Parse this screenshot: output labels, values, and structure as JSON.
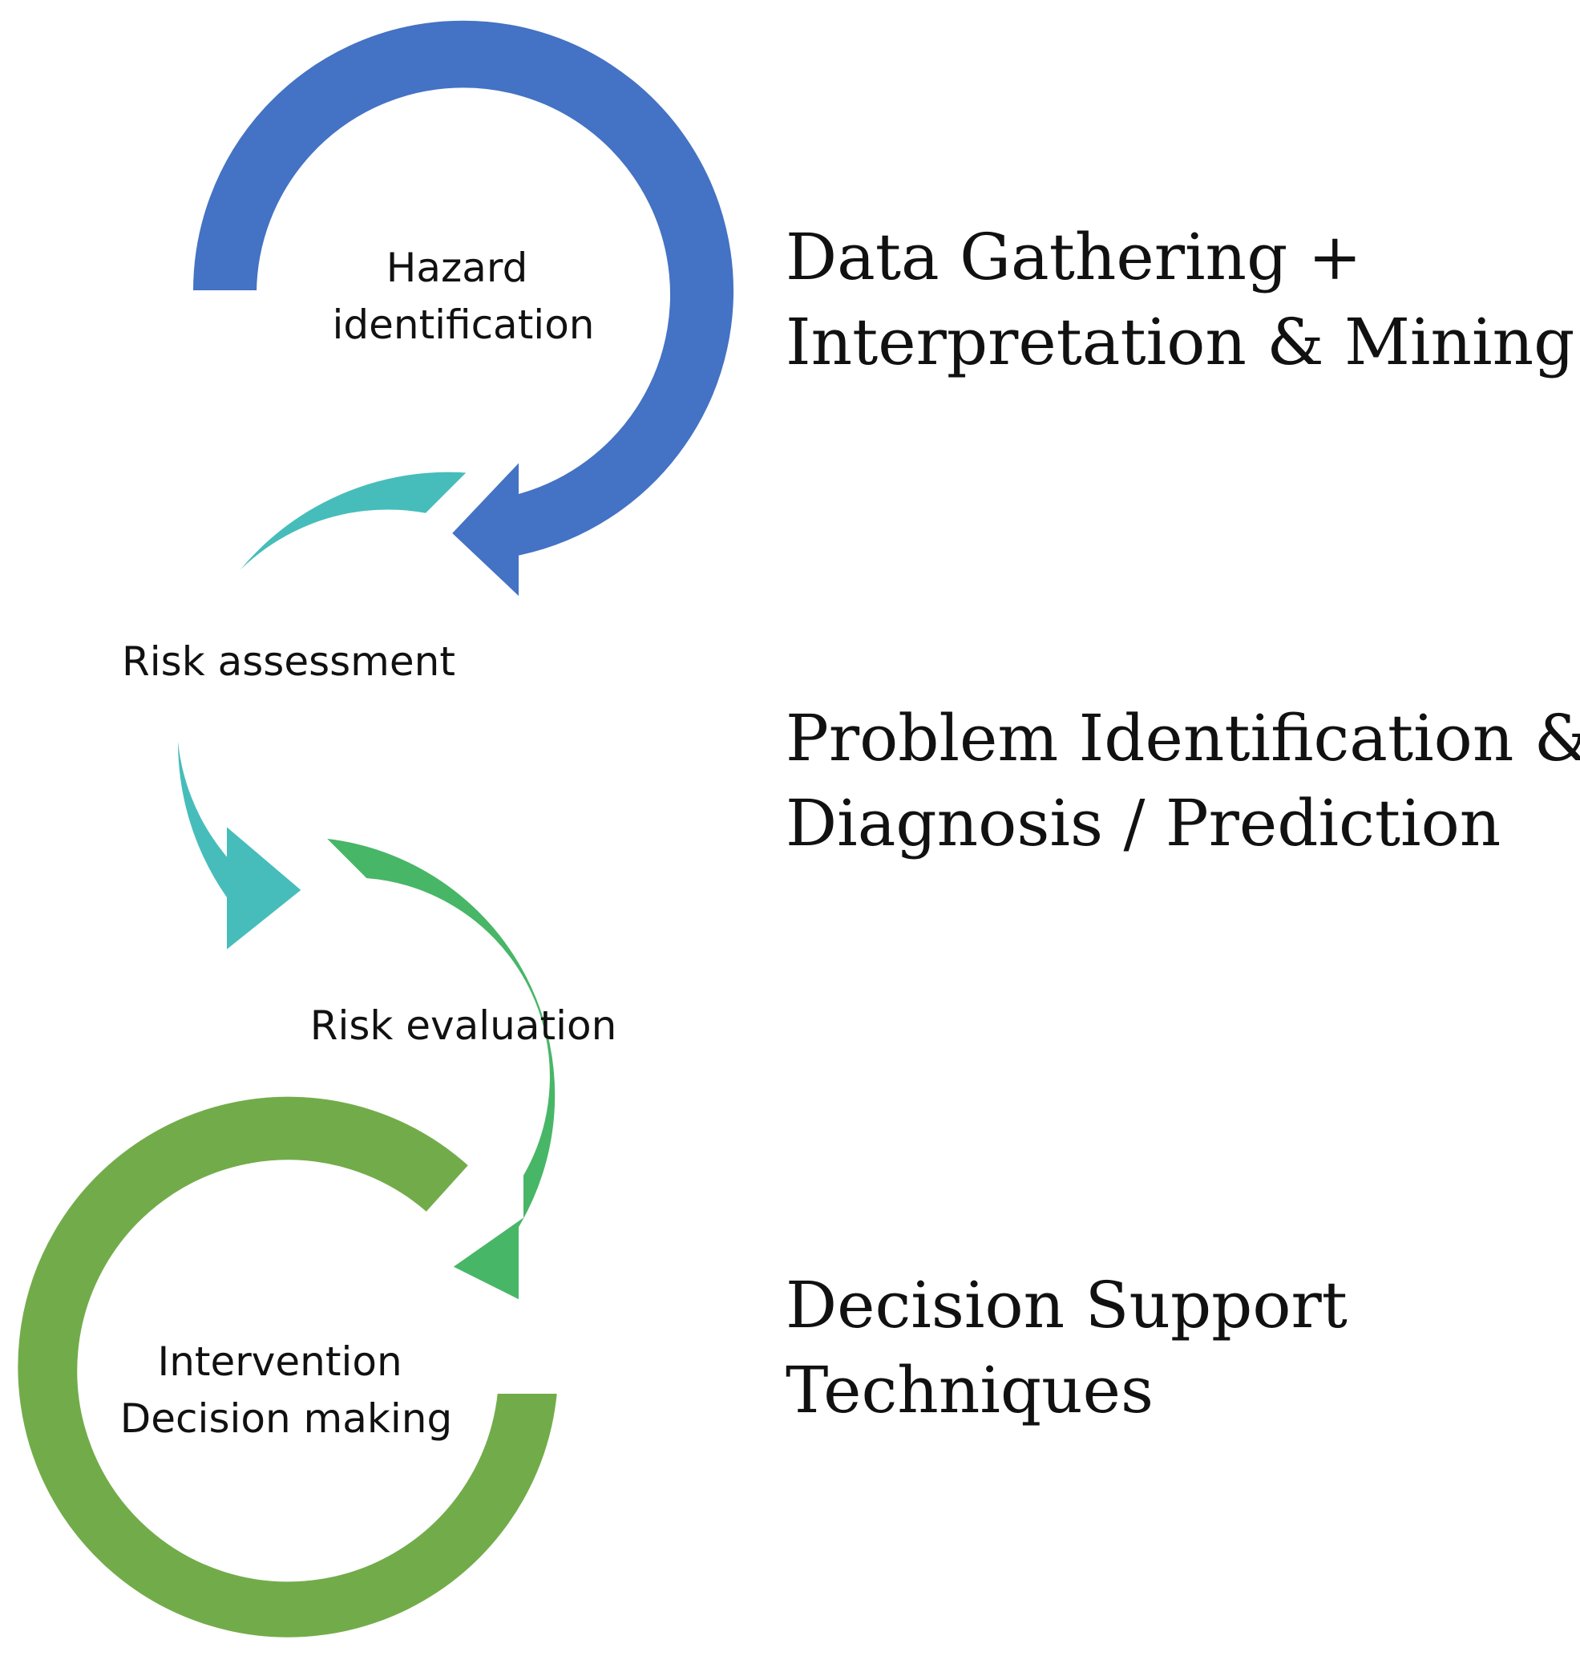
{
  "cycle_steps": [
    {
      "label_lines": [
        "Hazard",
        "identification"
      ],
      "color": "#4472C4"
    },
    {
      "label_lines": [
        "Risk assessment"
      ],
      "color": "#46BDBA"
    },
    {
      "label_lines": [
        "Risk evaluation"
      ],
      "color": "#48B667"
    },
    {
      "label_lines": [
        "Intervention",
        "Decision making"
      ],
      "color": "#72AC4A"
    }
  ],
  "side_labels": [
    {
      "lines": [
        "Data Gathering +",
        "Interpretation & Mining"
      ]
    },
    {
      "lines": [
        "Problem Identification &",
        "Diagnosis / Prediction"
      ]
    },
    {
      "lines": [
        "Decision Support",
        "Techniques"
      ]
    }
  ]
}
